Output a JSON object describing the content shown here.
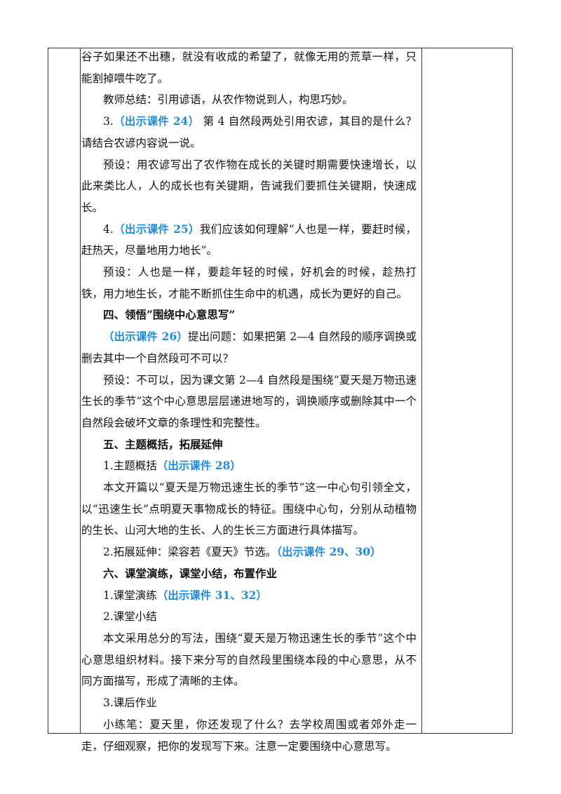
{
  "paragraphs": [
    {
      "type": "text",
      "indent": false,
      "parts": [
        {
          "t": "谷子如果还不出穗，就没有收成的希望了，就像无用的荒草一样，只能割掉喂牛吃了。"
        }
      ]
    },
    {
      "type": "text",
      "indent": true,
      "parts": [
        {
          "t": "教师总结：引用谚语，从农作物说到人，构思巧妙。"
        }
      ]
    },
    {
      "type": "text",
      "indent": true,
      "parts": [
        {
          "t": "3."
        },
        {
          "t": "（出示课件 24）",
          "cue": true
        },
        {
          "t": " 第 4 自然段两处引用农谚，其目的是什么？请结合农谚内容说一说。"
        }
      ]
    },
    {
      "type": "text",
      "indent": true,
      "parts": [
        {
          "t": "预设：用农谚写出了农作物在成长的关键时期需要快速增长，以此来类比人，人的成长也有关键期，告诫我们要抓住关键期，快速成长。"
        }
      ]
    },
    {
      "type": "text",
      "indent": true,
      "parts": [
        {
          "t": "4."
        },
        {
          "t": "（出示课件 25）",
          "cue": true
        },
        {
          "t": "我们应该如何理解“人也是一样，要赶时候，赶热天，尽量地用力地长”。"
        }
      ]
    },
    {
      "type": "text",
      "indent": true,
      "parts": [
        {
          "t": "预设：人也是一样，要趁年轻的时候，好机会的时候，趁热打铁，用力地生长，才能不断抓住生命中的机遇，成长为更好的自己。"
        }
      ]
    },
    {
      "type": "heading",
      "indent": true,
      "parts": [
        {
          "t": "四、领悟“围绕中心意思写”"
        }
      ]
    },
    {
      "type": "text",
      "indent": true,
      "parts": [
        {
          "t": "（出示课件 26）",
          "cue": true
        },
        {
          "t": "提出问题：如果把第 2—4 自然段的顺序调换或删去其中一个自然段可不可以？"
        }
      ]
    },
    {
      "type": "text",
      "indent": true,
      "parts": [
        {
          "t": "预设：不可以，因为课文第 2—4 自然段是围绕“夏天是万物迅速生长的季节”这个中心意思层层递进地写的，调换顺序或删除其中一个自然段会破坏文章的条理性和完整性。"
        }
      ]
    },
    {
      "type": "heading",
      "indent": true,
      "parts": [
        {
          "t": "五、主题概括，拓展延伸"
        }
      ]
    },
    {
      "type": "text",
      "indent": true,
      "parts": [
        {
          "t": "1.主题概括"
        },
        {
          "t": "（出示课件 28）",
          "cue": true
        }
      ]
    },
    {
      "type": "text",
      "indent": true,
      "parts": [
        {
          "t": "本文开篇以“夏天是万物迅速生长的季节”这一中心句引领全文，以“迅速生长”点明夏天事物成长的特征。围绕中心句，分别从动植物的生长、山河大地的生长、人的生长三方面进行具体描写。"
        }
      ]
    },
    {
      "type": "text",
      "indent": true,
      "parts": [
        {
          "t": "2.拓展延伸：梁容若《夏天》节选。"
        },
        {
          "t": "（出示课件 29、30）",
          "cue": true
        }
      ]
    },
    {
      "type": "heading",
      "indent": true,
      "parts": [
        {
          "t": "六、课堂演练，课堂小结，布置作业"
        }
      ]
    },
    {
      "type": "text",
      "indent": true,
      "parts": [
        {
          "t": "1.课堂演练"
        },
        {
          "t": "（出示课件 31、32）",
          "cue": true
        }
      ]
    },
    {
      "type": "text",
      "indent": true,
      "parts": [
        {
          "t": "2.课堂小结"
        }
      ]
    },
    {
      "type": "text",
      "indent": true,
      "parts": [
        {
          "t": "本文采用总分的写法，围绕“夏天是万物迅速生长的季节”这个中心意思组织材料。接下来分写的自然段里围绕本段的中心意思，从不同方面描写，形成了清晰的主体。"
        }
      ]
    },
    {
      "type": "text",
      "indent": true,
      "parts": [
        {
          "t": "3.课后作业"
        }
      ]
    },
    {
      "type": "text",
      "indent": true,
      "parts": [
        {
          "t": "小练笔：夏天里，你还发现了什么？去学校周围或者郊外走一走，仔细观察，把你的发现写下来。注意一定要围绕中心意思写。"
        }
      ]
    }
  ],
  "colors": {
    "cue": "#1e8cd8",
    "border": "#333333",
    "text": "#111111"
  }
}
